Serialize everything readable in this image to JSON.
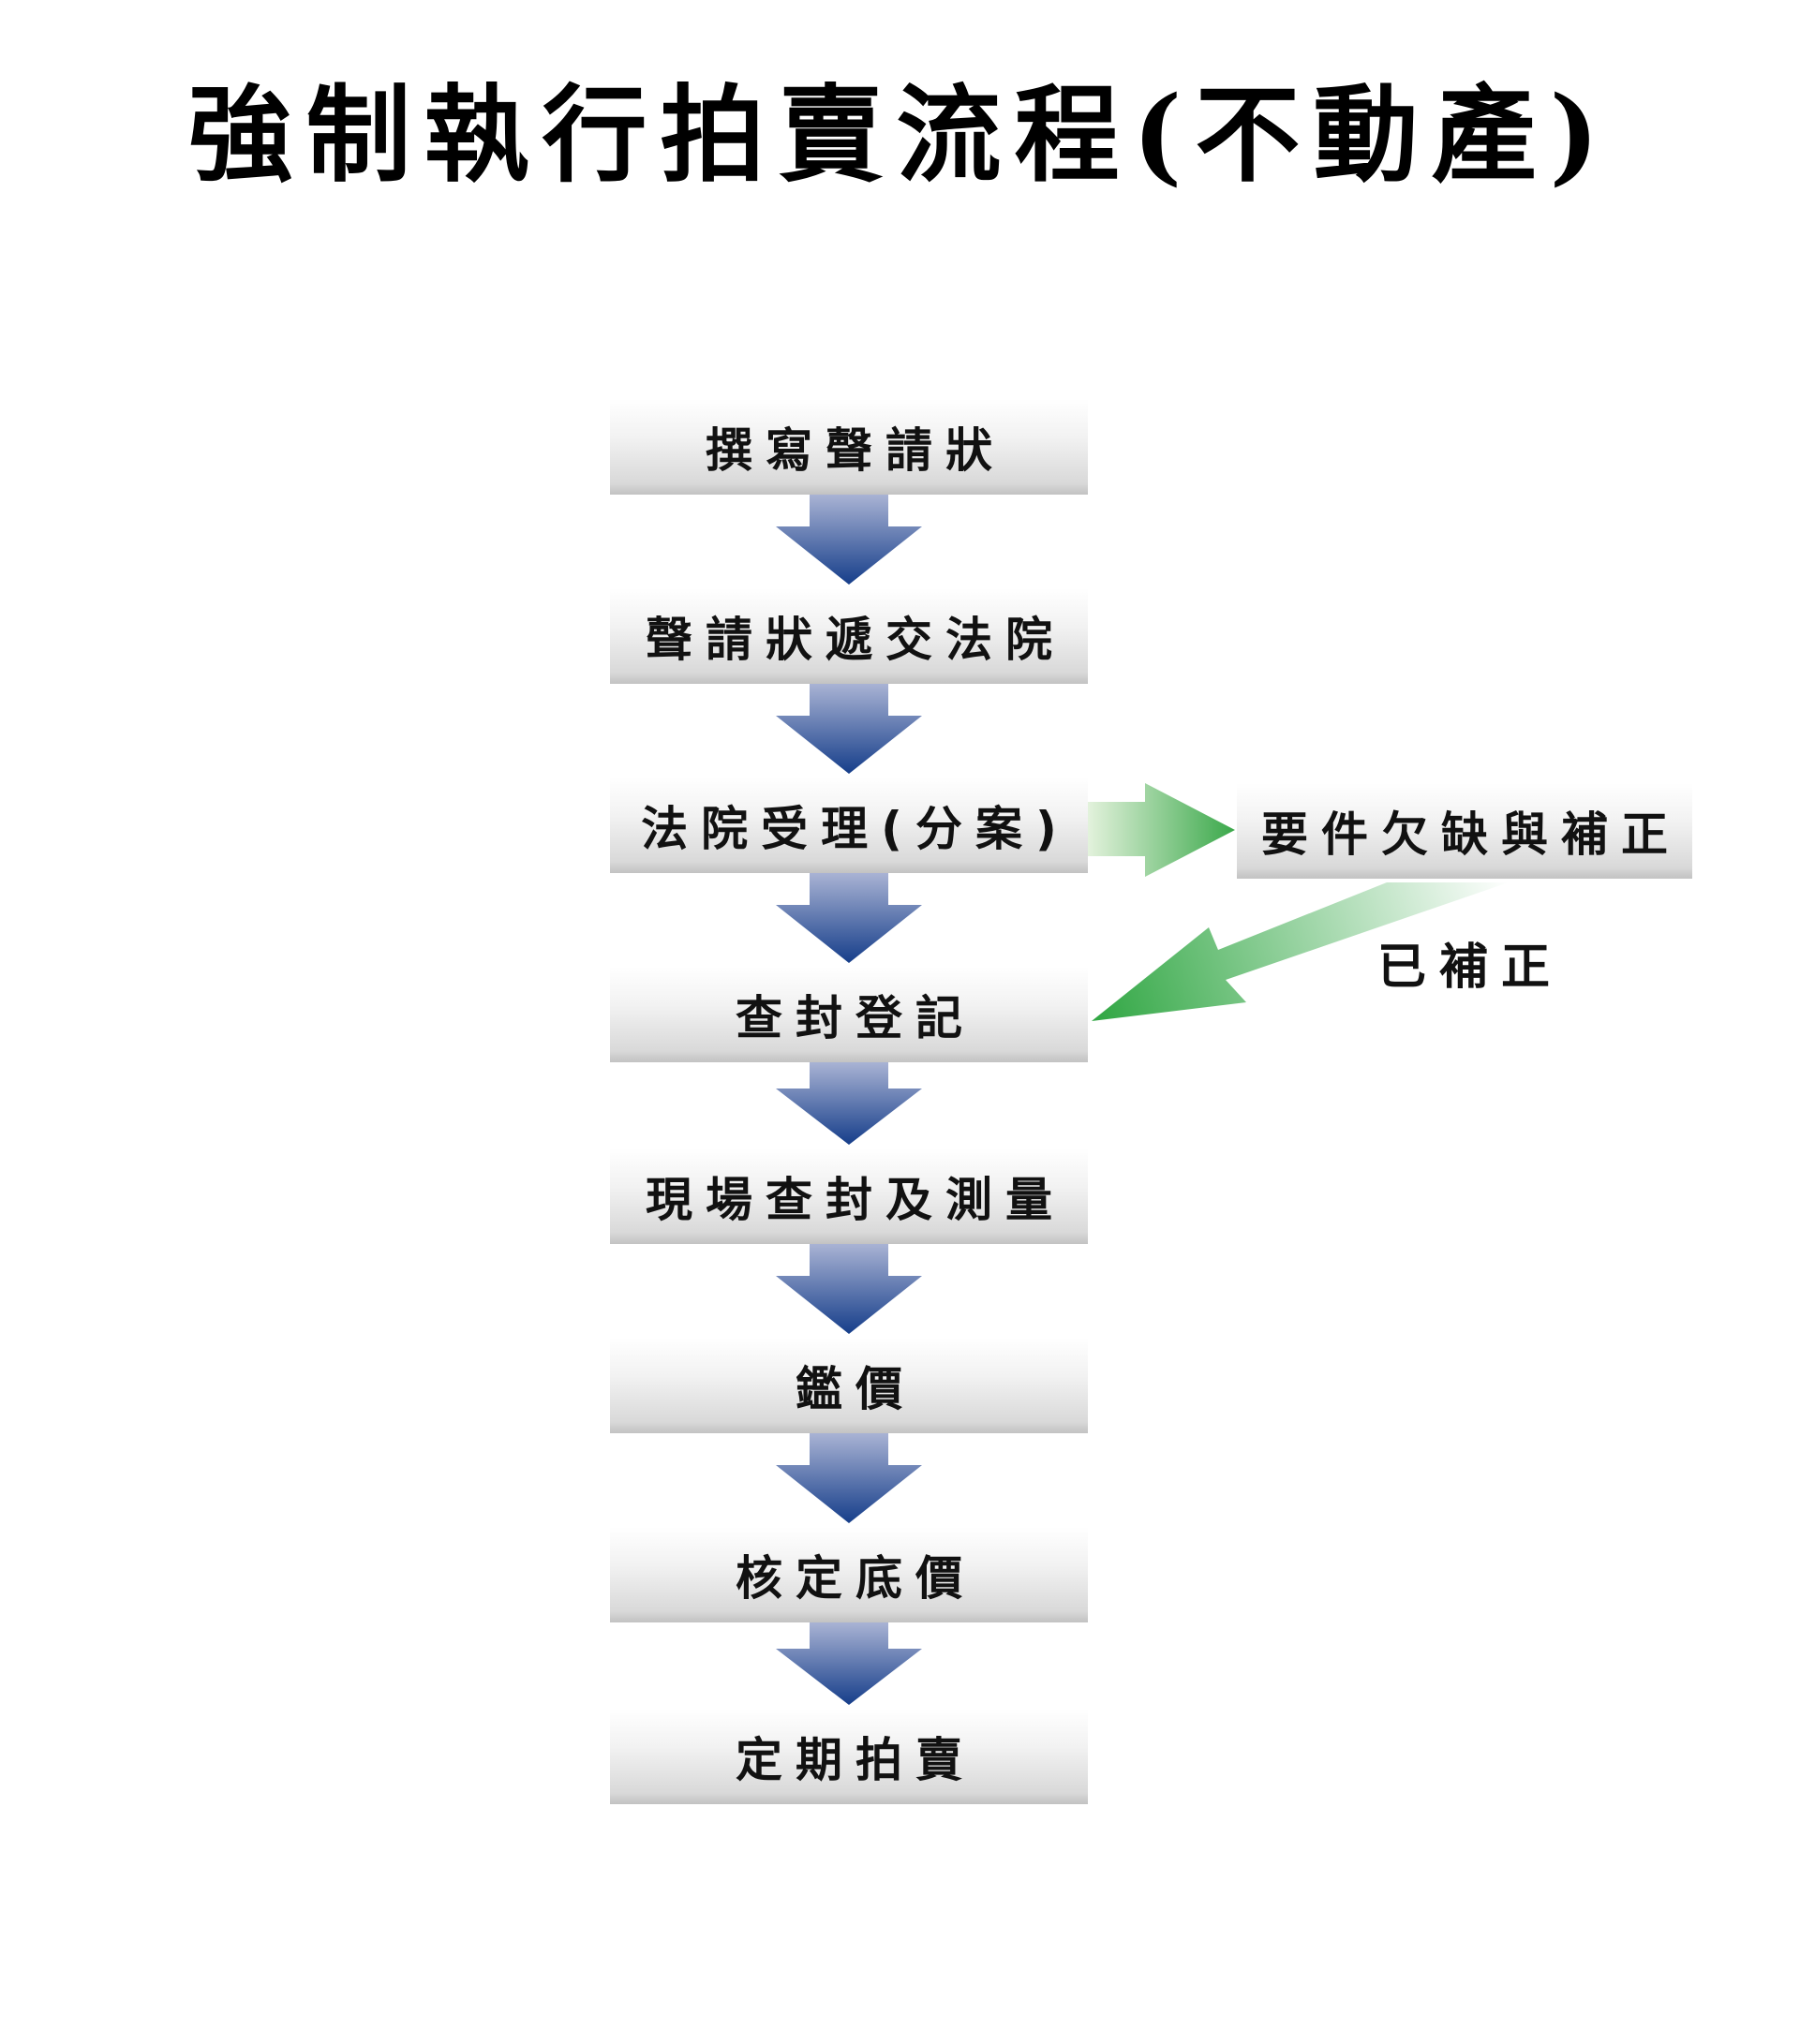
{
  "title": "強制執行拍賣流程(不動產)",
  "steps": [
    {
      "label": "撰寫聲請狀"
    },
    {
      "label": "聲請狀遞交法院"
    },
    {
      "label": "法院受理(分案)"
    },
    {
      "label": "查封登記"
    },
    {
      "label": "現場查封及測量"
    },
    {
      "label": "鑑價"
    },
    {
      "label": "核定底價"
    },
    {
      "label": "定期拍賣"
    }
  ],
  "side_box": {
    "label": "要件欠缺與補正"
  },
  "return_label": "已補正",
  "colors": {
    "down_arrow_top": "#a9b3d4",
    "down_arrow_bottom": "#163e8a",
    "green_arrow_light": "#e6f3e0",
    "green_arrow_dark": "#3aa84a"
  }
}
